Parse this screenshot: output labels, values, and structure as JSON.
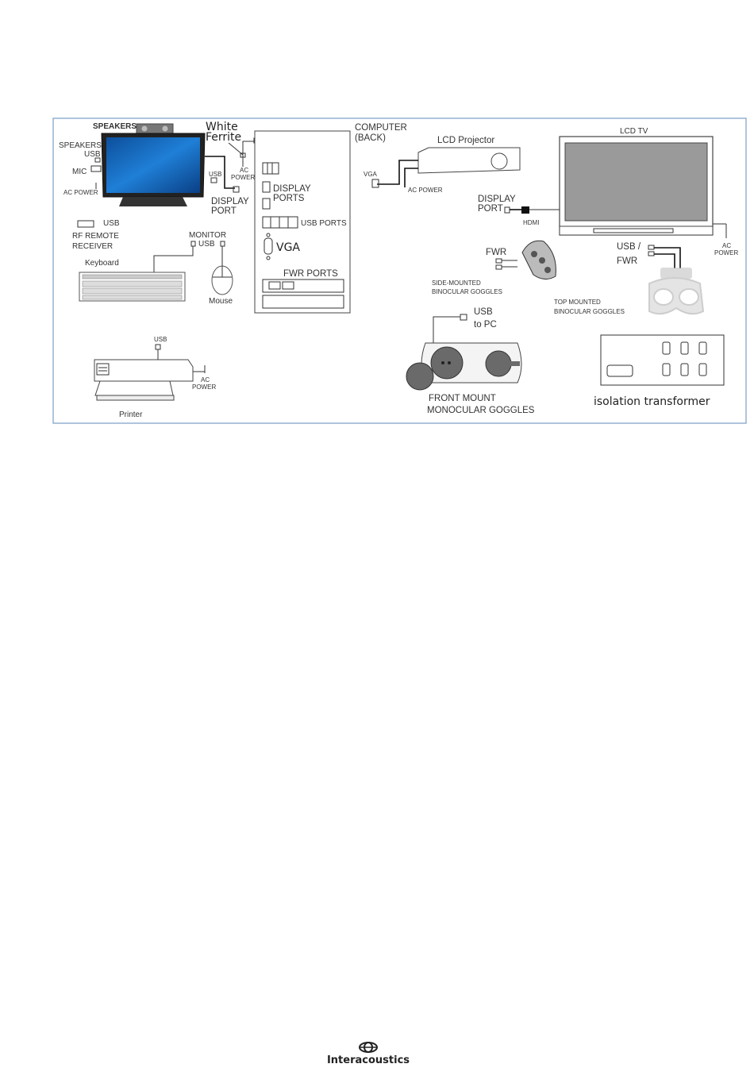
{
  "labels": {
    "speakers_top": "SPEAKERS",
    "speakers_left": "SPEAKERS",
    "usb_monitor": "USB",
    "mic": "MIC",
    "ac_power_monitor": "AC POWER",
    "usb_monitor_side": "USB",
    "white_ferrite_1": "White",
    "white_ferrite_2": "Ferrite",
    "ac_power_pc_1": "AC",
    "ac_power_pc_2": "POWER",
    "display_port_1": "DISPLAY",
    "display_port_2": "PORT",
    "display_ports_1": "DISPLAY",
    "display_ports_2": "PORTS",
    "usb_ports": "USB PORTS",
    "vga_pc": "VGA",
    "fwr_ports": "FWR PORTS",
    "computer_back_1": "COMPUTER",
    "computer_back_2": "(BACK)",
    "lcd_projector": "LCD Projector",
    "vga_projector": "VGA",
    "ac_power_projector": "AC POWER",
    "lcd_tv": "LCD TV",
    "display_port_tv_1": "DISPLAY",
    "display_port_tv_2": "PORT",
    "hdmi": "HDMI",
    "ac_power_tv_1": "AC",
    "ac_power_tv_2": "POWER",
    "usb_rf": "USB",
    "rf_remote_1": "RF REMOTE",
    "rf_remote_2": "RECEIVER",
    "monitor_usb_1": "MONITOR",
    "monitor_usb_2": "USB",
    "keyboard": "Keyboard",
    "mouse": "Mouse",
    "fwr_side": "FWR",
    "side_goggles_1": "SIDE-MOUNTED",
    "side_goggles_2": "BINOCULAR GOGGLES",
    "usb_fwr_1": "USB /",
    "usb_fwr_2": "FWR",
    "top_goggles_1": "TOP MOUNTED",
    "top_goggles_2": "BINOCULAR GOGGLES",
    "usb_printer": "USB",
    "ac_power_printer_1": "AC",
    "ac_power_printer_2": "POWER",
    "printer": "Printer",
    "usb_to_pc_1": "USB",
    "usb_to_pc_2": "to PC",
    "front_goggles_1": "FRONT MOUNT",
    "front_goggles_2": "MONOCULAR GOGGLES",
    "isolation_transformer": "isolation transformer"
  },
  "footer": {
    "brand": "Interacoustics"
  },
  "colors": {
    "frame_border": "#7a9cc6",
    "screen_blue": "#1766b8",
    "goggle_gray": "#8a8a8a"
  }
}
